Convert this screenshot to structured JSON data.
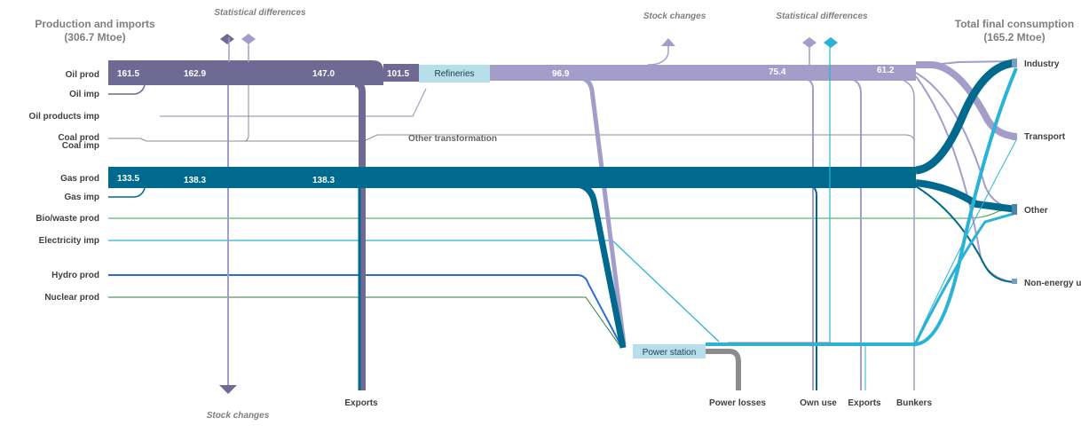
{
  "titles": {
    "left": "Production and imports",
    "left_sub": "(306.7 Mtoe)",
    "right": "Total final consumption",
    "right_sub": "(165.2 Mtoe)",
    "stat_diff_top_left": "Statistical differences",
    "stat_diff_top_right": "Statistical differences",
    "stock_changes_top": "Stock  changes",
    "stock_changes_bottom": "Stock changes"
  },
  "sources": {
    "oil_prod": "Oil prod",
    "oil_imp": "Oil imp",
    "oil_products_imp": "Oil products imp",
    "coal_prod": "Coal prod",
    "coal_imp": "Coal imp",
    "gas_prod": "Gas prod",
    "gas_imp": "Gas imp",
    "biowaste_prod": "Bio/waste prod",
    "electricity_imp": "Electricity imp",
    "hydro_prod": "Hydro prod",
    "nuclear_prod": "Nuclear prod"
  },
  "nodes": {
    "refineries": "Refineries",
    "power_station": "Power station",
    "other_transformation": "Other transformation"
  },
  "bottom_labels": {
    "exports_left": "Exports",
    "power_losses": "Power losses",
    "own_use": "Own use",
    "exports_right": "Exports",
    "bunkers": "Bunkers"
  },
  "sinks": {
    "industry": "Industry",
    "transport": "Transport",
    "other": "Other",
    "non_energy": "Non-energy u"
  },
  "values": {
    "oil_1": "161.5",
    "oil_2": "162.9",
    "oil_3": "147.0",
    "oil_4": "101.5",
    "oil_5": "96.9",
    "oil_6": "75.4",
    "oil_7": "61.2",
    "gas_1": "133.5",
    "gas_2": "138.3",
    "gas_3": "138.3"
  },
  "colors": {
    "oil_dark": "#6e6a93",
    "oil_light": "#a39dc9",
    "gas": "#006a8e",
    "electricity": "#29b3d6",
    "hydro": "#2a6fcf",
    "nuclear": "#2f7a3a",
    "biowaste": "#3aa545",
    "grey": "#8c8c8c",
    "node_fill": "#b7dfea"
  }
}
